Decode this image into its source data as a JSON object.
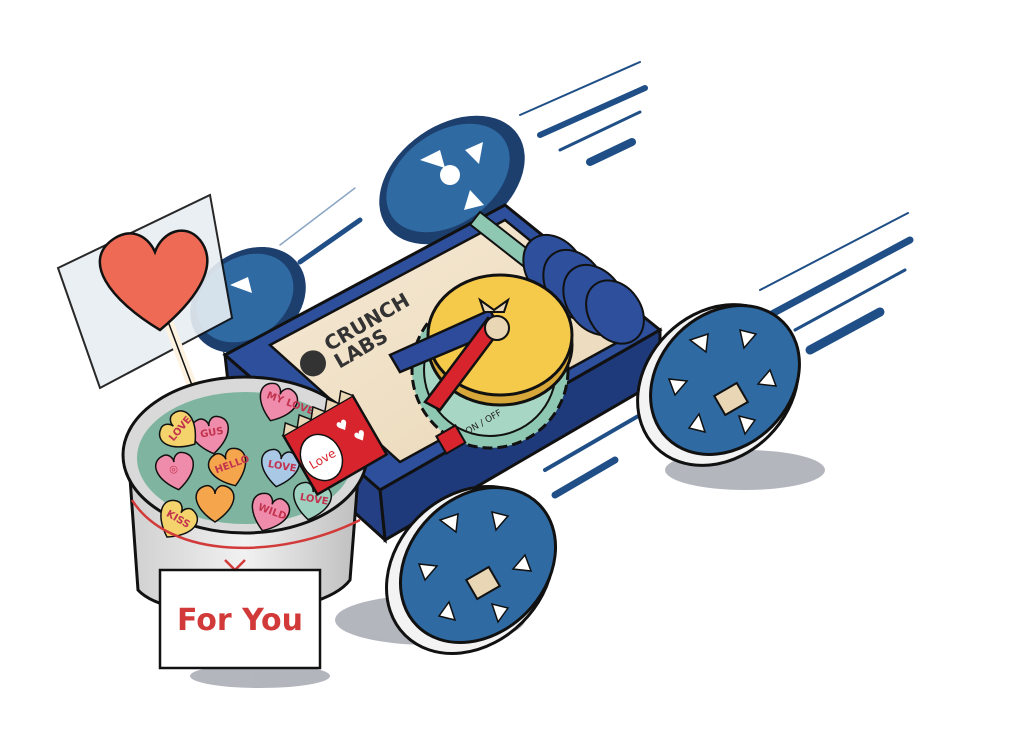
{
  "brand": {
    "line1": "CRUNCH",
    "line2": "LABS"
  },
  "switch_label": "ON / OFF",
  "gift_tag": {
    "text": "For You"
  },
  "candy_bar": {
    "text": "Love"
  },
  "hearts": [
    "MY LOVE",
    "GUS",
    "LOVE",
    "HELLO",
    "LOVE",
    "WILD",
    "LOVE",
    "KISS"
  ],
  "colors": {
    "wheel_blue": "#2f6aa3",
    "wheel_dark": "#1d3f6e",
    "chassis_blue": "#2d4f9c",
    "board": "#f2e4cc",
    "gear_yellow": "#f5c94a",
    "gear_green": "#8fc8b2",
    "lever_red": "#d8242c",
    "lever_blue": "#2e4a9a",
    "candy_pink": "#f08cab",
    "lollipop": "#ee6a55",
    "tag_red": "#d23a3a",
    "speed_lines": "#1f4f86"
  }
}
